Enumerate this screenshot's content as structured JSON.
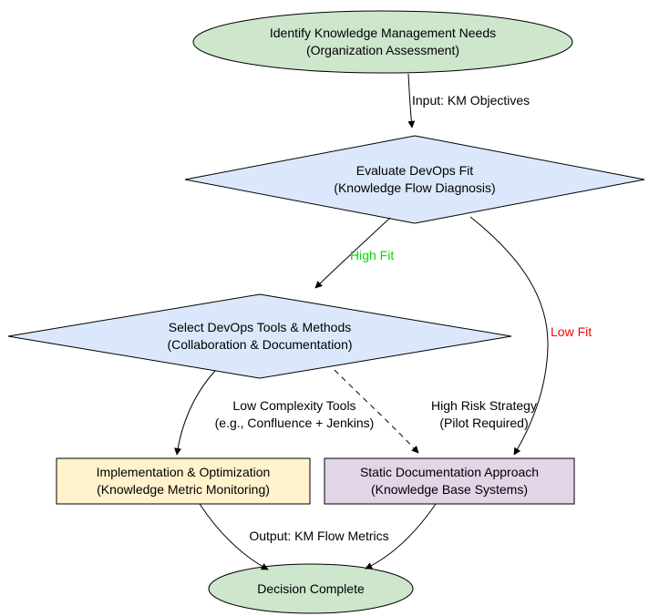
{
  "diagram": {
    "title": "KM DevOps decision flowchart",
    "nodes": {
      "start": {
        "line1": "Identify Knowledge Management Needs",
        "line2": "(Organization Assessment)"
      },
      "evaluate": {
        "line1": "Evaluate DevOps Fit",
        "line2": "(Knowledge Flow Diagnosis)"
      },
      "select": {
        "line1": "Select DevOps Tools & Methods",
        "line2": "(Collaboration & Documentation)"
      },
      "implementation": {
        "line1": "Implementation & Optimization",
        "line2": "(Knowledge Metric Monitoring)"
      },
      "static_doc": {
        "line1": "Static Documentation Approach",
        "line2": "(Knowledge Base Systems)"
      },
      "complete": {
        "line1": "Decision Complete"
      }
    },
    "edges": {
      "input": {
        "label": "Input: KM Objectives"
      },
      "high_fit": {
        "label": "High Fit"
      },
      "low_fit": {
        "label": "Low Fit"
      },
      "low_complexity": {
        "line1": "Low Complexity Tools",
        "line2": "(e.g., Confluence + Jenkins)"
      },
      "high_risk": {
        "line1": "High Risk Strategy",
        "line2": "(Pilot Required)"
      },
      "output": {
        "label": "Output: KM Flow Metrics"
      }
    },
    "colors": {
      "node_green": "#cde6cc",
      "node_blue": "#dbe8fb",
      "node_yellow": "#fff2cc",
      "node_purple": "#e1d5e7",
      "edge_black": "#000000",
      "high_fit_text": "#00dd00",
      "low_fit_text": "#ff0000"
    }
  }
}
